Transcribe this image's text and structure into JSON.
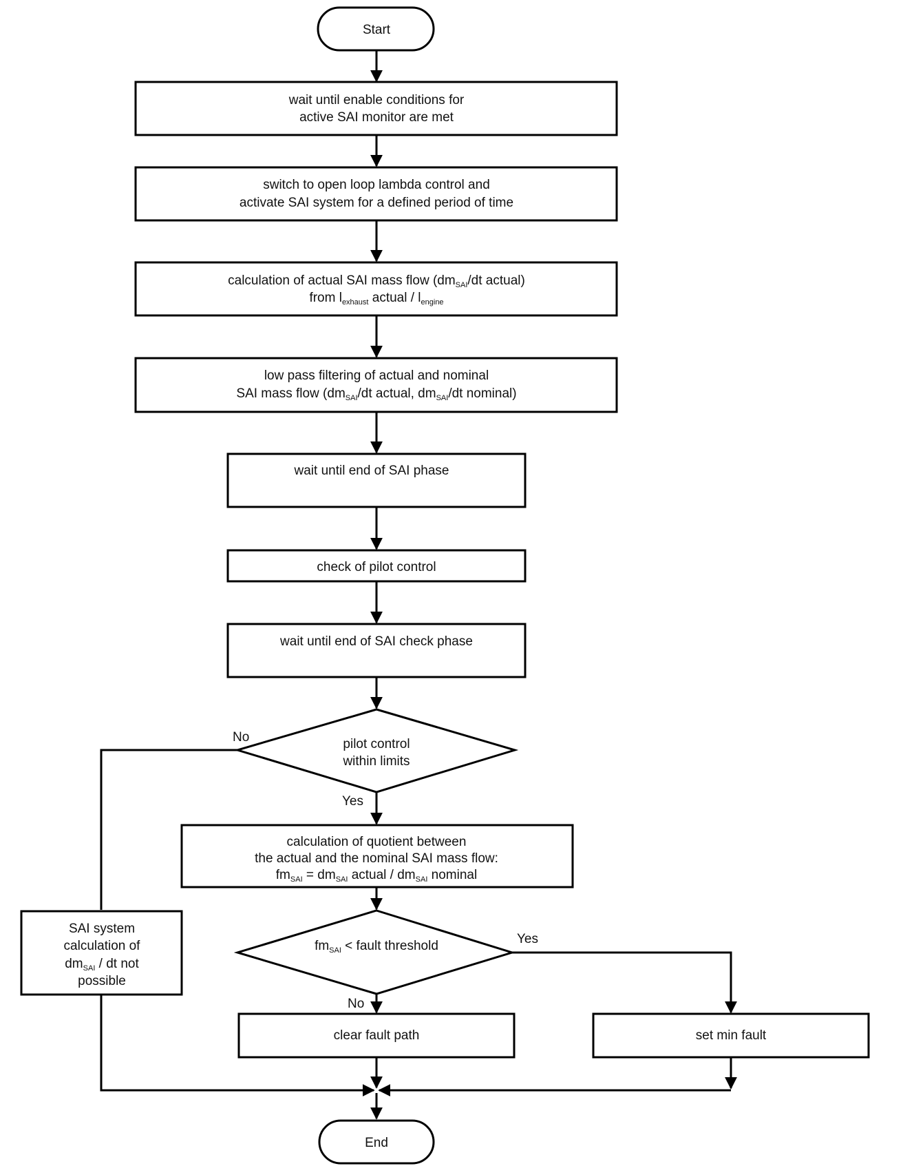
{
  "nodes": {
    "start": "Start",
    "wait_enable": {
      "line1": "wait until enable conditions for",
      "line2": "active SAI monitor are met"
    },
    "open_loop": {
      "line1": "switch to open loop lambda control and",
      "line2": "activate SAI system for a defined period of time"
    },
    "calc_actual": {
      "l1_a": "calculation of actual SAI mass flow (dm",
      "l1_sub": "SAI",
      "l1_b": "/dt actual)",
      "l2_a": "from l",
      "l2_sub1": "exhaust",
      "l2_b": " actual / l",
      "l2_sub2": "engine"
    },
    "low_pass": {
      "line1": "low pass filtering of actual and nominal",
      "l2_a": "SAI mass flow (dm",
      "l2_sub1": "SAI",
      "l2_b": "/dt actual, dm",
      "l2_sub2": "SAI",
      "l2_c": "/dt nominal)"
    },
    "wait_phase": "wait until end of SAI phase",
    "check_pilot": "check of pilot control",
    "wait_check": "wait until end of SAI check phase",
    "pilot_decision": {
      "line1": "pilot control",
      "line2": "within limits"
    },
    "quotient": {
      "line1": "calculation of quotient between",
      "line2": "the actual and the nominal SAI mass flow:",
      "l3_a": "fm",
      "l3_sub1": "SAI",
      "l3_b": " = dm",
      "l3_sub2": "SAI",
      "l3_c": " actual / dm",
      "l3_sub3": "SAI",
      "l3_d": " nominal"
    },
    "fault_decision": {
      "a": "fm",
      "sub": "SAI",
      "b": " < fault threshold"
    },
    "not_possible": {
      "line1": "SAI system",
      "line2": "calculation of",
      "l3_a": "dm",
      "l3_sub": "SAI",
      "l3_b": " / dt not",
      "line4": "possible"
    },
    "clear_fault": "clear fault path",
    "set_min_fault": "set min fault",
    "end": "End"
  },
  "edge_labels": {
    "pilot_no": "No",
    "pilot_yes": "Yes",
    "fault_yes": "Yes",
    "fault_no": "No"
  }
}
